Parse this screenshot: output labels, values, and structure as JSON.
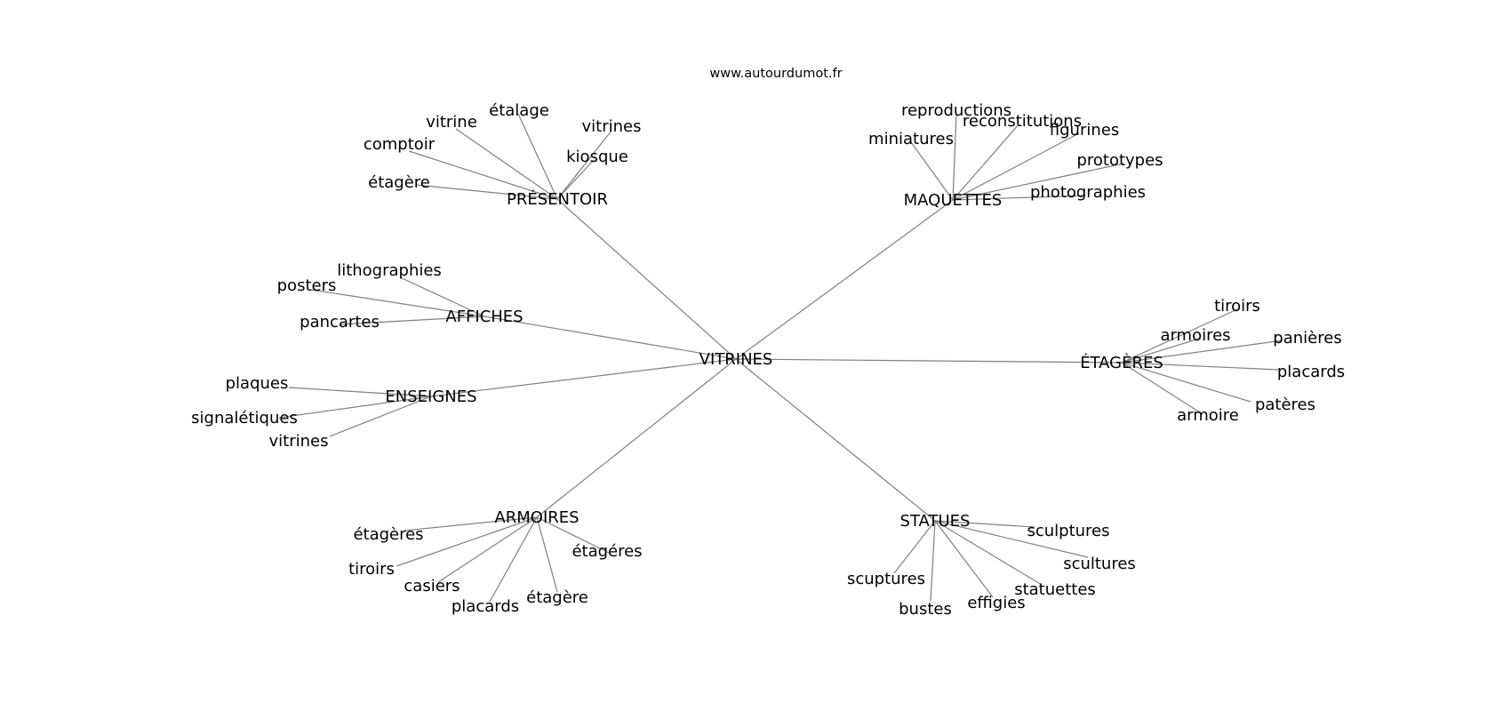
{
  "source": "www.autourdumot.fr",
  "center": "VITRINES",
  "groups": [
    {
      "label": "PRÉSENTOIR",
      "leaves": [
        "vitrine",
        "étalage",
        "vitrines",
        "comptoir",
        "kiosque",
        "étagère"
      ]
    },
    {
      "label": "MAQUETTES",
      "leaves": [
        "reproductions",
        "reconstitutions",
        "figurines",
        "miniatures",
        "prototypes",
        "photographies"
      ]
    },
    {
      "label": "AFFICHES",
      "leaves": [
        "lithographies",
        "posters",
        "pancartes"
      ]
    },
    {
      "label": "ENSEIGNES",
      "leaves": [
        "plaques",
        "signalétiques",
        "vitrines"
      ]
    },
    {
      "label": "ÉTAGÈRES",
      "leaves": [
        "tiroirs",
        "armoires",
        "panières",
        "placards",
        "patères",
        "armoire"
      ]
    },
    {
      "label": "ARMOIRES",
      "leaves": [
        "étagères",
        "étagéres",
        "tiroirs",
        "casiers",
        "placards",
        "étagère"
      ]
    },
    {
      "label": "STATUES",
      "leaves": [
        "sculptures",
        "scultures",
        "scuptures",
        "statuettes",
        "effigies",
        "bustes"
      ]
    }
  ]
}
